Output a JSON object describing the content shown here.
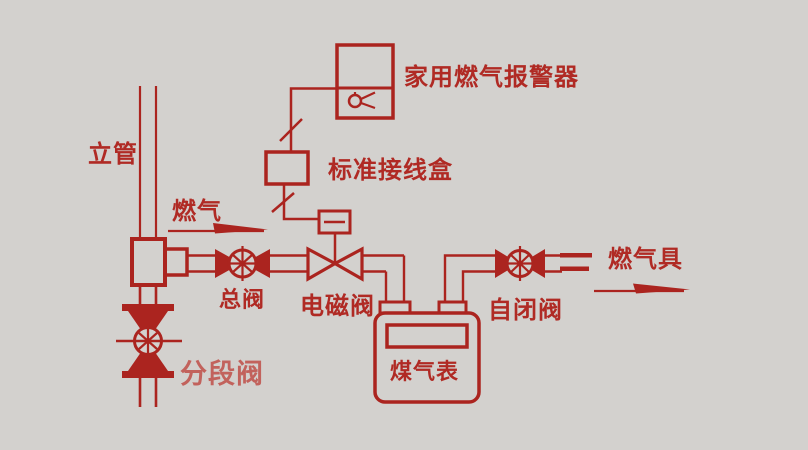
{
  "labels": {
    "riser": "立管",
    "gas": "燃气",
    "main_valve": "总阀",
    "solenoid_valve": "电磁阀",
    "alarm": "家用燃气报警器",
    "junction_box": "标准接线盒",
    "gas_meter": "煤气表",
    "self_closing_valve": "自闭阀",
    "gas_appliance": "燃气具",
    "section_valve": "分段阀"
  },
  "colors": {
    "background": "#d3d1ce",
    "line": "#ab241f",
    "label_text": "#b02a24",
    "section_valve_label": "#c2625c"
  }
}
